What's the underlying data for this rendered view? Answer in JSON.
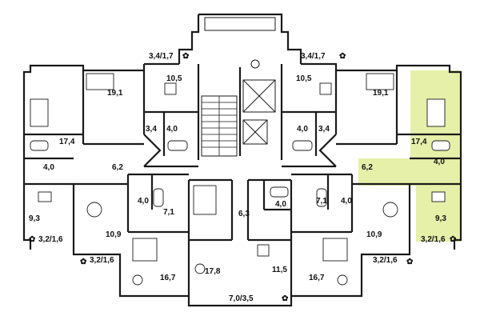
{
  "colors": {
    "highlight": "#e6f0a8",
    "wall": "#1a1a1a",
    "background": "#ffffff"
  },
  "room_labels": [
    {
      "id": "balcony-top-left",
      "text": "3,4/1,7"
    },
    {
      "id": "balcony-top-right",
      "text": "3,4/1,7"
    },
    {
      "id": "kitchen-top-left",
      "text": "10,5"
    },
    {
      "id": "kitchen-top-right",
      "text": "10,5"
    },
    {
      "id": "bedroom-top-left",
      "text": "19,1"
    },
    {
      "id": "bedroom-top-right",
      "text": "19,1"
    },
    {
      "id": "room-left-17-4",
      "text": "17,4"
    },
    {
      "id": "room-right-17-4",
      "text": "17,4"
    },
    {
      "id": "wc-left-3-4",
      "text": "3,4"
    },
    {
      "id": "bath-left-4-0",
      "text": "4,0"
    },
    {
      "id": "bath-right-4-0",
      "text": "4,0"
    },
    {
      "id": "wc-right-3-4",
      "text": "3,4"
    },
    {
      "id": "bath-far-left-4-0",
      "text": "4,0"
    },
    {
      "id": "bath-far-right-4-0",
      "text": "4,0"
    },
    {
      "id": "hall-left-6-2",
      "text": "6,2"
    },
    {
      "id": "hall-right-6-2",
      "text": "6,2"
    },
    {
      "id": "kitchen-left-9-3",
      "text": "9,3"
    },
    {
      "id": "kitchen-right-9-3",
      "text": "9,3"
    },
    {
      "id": "bath-mid-left-4-0",
      "text": "4,0"
    },
    {
      "id": "bath-mid-center-4-0",
      "text": "4,0"
    },
    {
      "id": "bath-mid-right-4-0",
      "text": "4,0"
    },
    {
      "id": "hall-left-7-1",
      "text": "7,1"
    },
    {
      "id": "hall-right-7-1",
      "text": "7,1"
    },
    {
      "id": "hall-center-6-3",
      "text": "6,3"
    },
    {
      "id": "kitchen-left-10-9",
      "text": "10,9"
    },
    {
      "id": "kitchen-right-10-9",
      "text": "10,9"
    },
    {
      "id": "balcony-left-3-2",
      "text": "3,2/1,6"
    },
    {
      "id": "balcony-right-3-2",
      "text": "3,2/1,6"
    },
    {
      "id": "balcony-lower-left-3-2",
      "text": "3,2/1,6"
    },
    {
      "id": "balcony-lower-right-3-2",
      "text": "3,2/1,6"
    },
    {
      "id": "bedroom-left-16-7",
      "text": "16,7"
    },
    {
      "id": "bedroom-right-16-7",
      "text": "16,7"
    },
    {
      "id": "room-center-17-8",
      "text": "17,8"
    },
    {
      "id": "kitchen-center-11-5",
      "text": "11,5"
    },
    {
      "id": "balcony-bottom-7-0",
      "text": "7,0/3,5"
    }
  ]
}
